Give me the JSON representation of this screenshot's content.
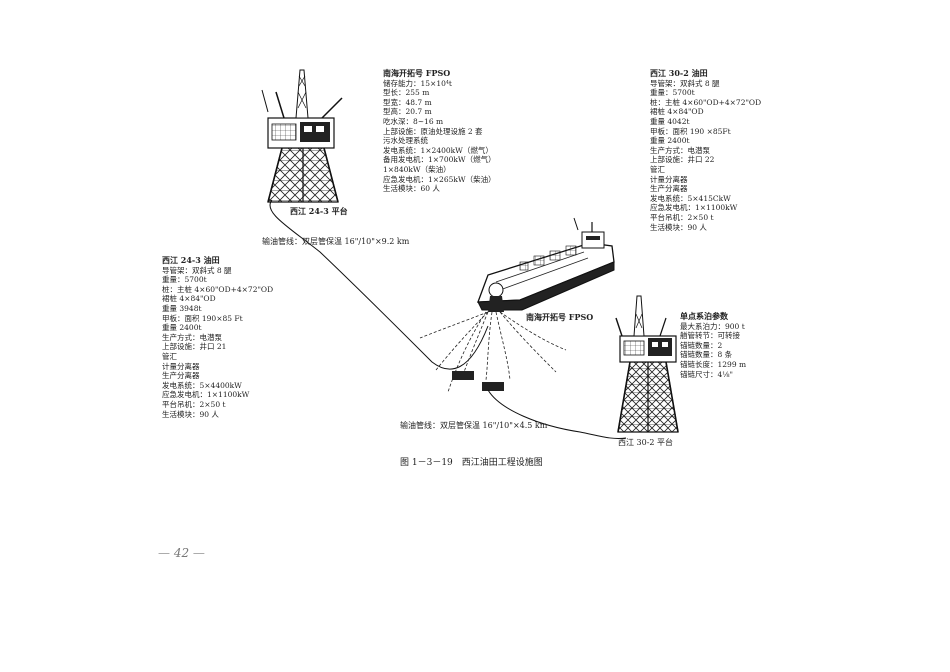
{
  "fpso_spec": {
    "title": "南海开拓号 FPSO",
    "lines": [
      "  储存能力：15×10⁴t",
      "  型长：255 m",
      "  型宽：48.7 m",
      "  型高：20.7 m",
      "  吃水深：8~16 m",
      "  上部设施：原油处理设施 2 套",
      "      污水处理系统",
      "      发电系统：1×2400kW（燃气）",
      "      备用发电机：1×700kW（燃气）",
      "                1×840kW（柴油）",
      "      应急发电机：1×265kW（柴油）",
      "      生活模块：60 人"
    ]
  },
  "xijiang_30_2_spec": {
    "title": "西江 30-2 油田",
    "lines": [
      "  导管架：双斜式 8 腿",
      "        重量：5700t",
      "  桩：主桩 4×60\"OD+4×72\"OD",
      "      裙桩 4×84\"OD",
      "      重量 4042t",
      "  甲板：面积 190 ×85Ft",
      "        重量 2400t",
      "  生产方式：电潜泵",
      "  上部设施：井口 22",
      "          管汇",
      "          计量分离器",
      "          生产分离器",
      "          发电系统：5×415CkW",
      "          应急发电机：1×1100kW",
      "          平台吊机：2×50 t",
      "          生活模块：90 人"
    ]
  },
  "xijiang_24_3_spec": {
    "title": "西江 24-3 油田",
    "lines": [
      "  导管架：双斜式 8 腿",
      "        重量：5700t",
      "  桩：主桩 4×60\"OD+4×72\"OD",
      "      裙桩 4×84\"OD",
      "      重量 3948t",
      "  甲板：面积 190×85 Ft",
      "        重量 2400t",
      "  生产方式：电潜泵",
      "  上部设施：井口 21",
      "          管汇",
      "          计量分离器",
      "          生产分离器",
      "          发电系统：5×4400kW",
      "          应急发电机：1×1100kW",
      "          平台吊机：2×50 t",
      "          生活模块：90 人"
    ]
  },
  "mooring_spec": {
    "title": "单点系泊参数",
    "lines": [
      "  最大系泊力：900 t",
      "  艏管转节：可转接",
      "  锚链数量：2",
      "  锚链数量：8 条",
      "  锚链长度：1299 m",
      "  锚链尺寸：4⅛\""
    ]
  },
  "labels": {
    "platform_24_3": "西江 24-3 平台",
    "platform_30_2": "西江 30-2 平台",
    "fpso": "南海开拓号 FPSO",
    "pipeline_upper": "输油管线：双层管保温 16\"/10\"×9.2 km",
    "pipeline_lower": "输油管线：双层管保温 16\"/10\"×4.5 km"
  },
  "caption": "图 1－3－19　西江油田工程设施图",
  "page_number": "42",
  "colors": {
    "ink": "#1a1a1a",
    "background": "#ffffff"
  }
}
